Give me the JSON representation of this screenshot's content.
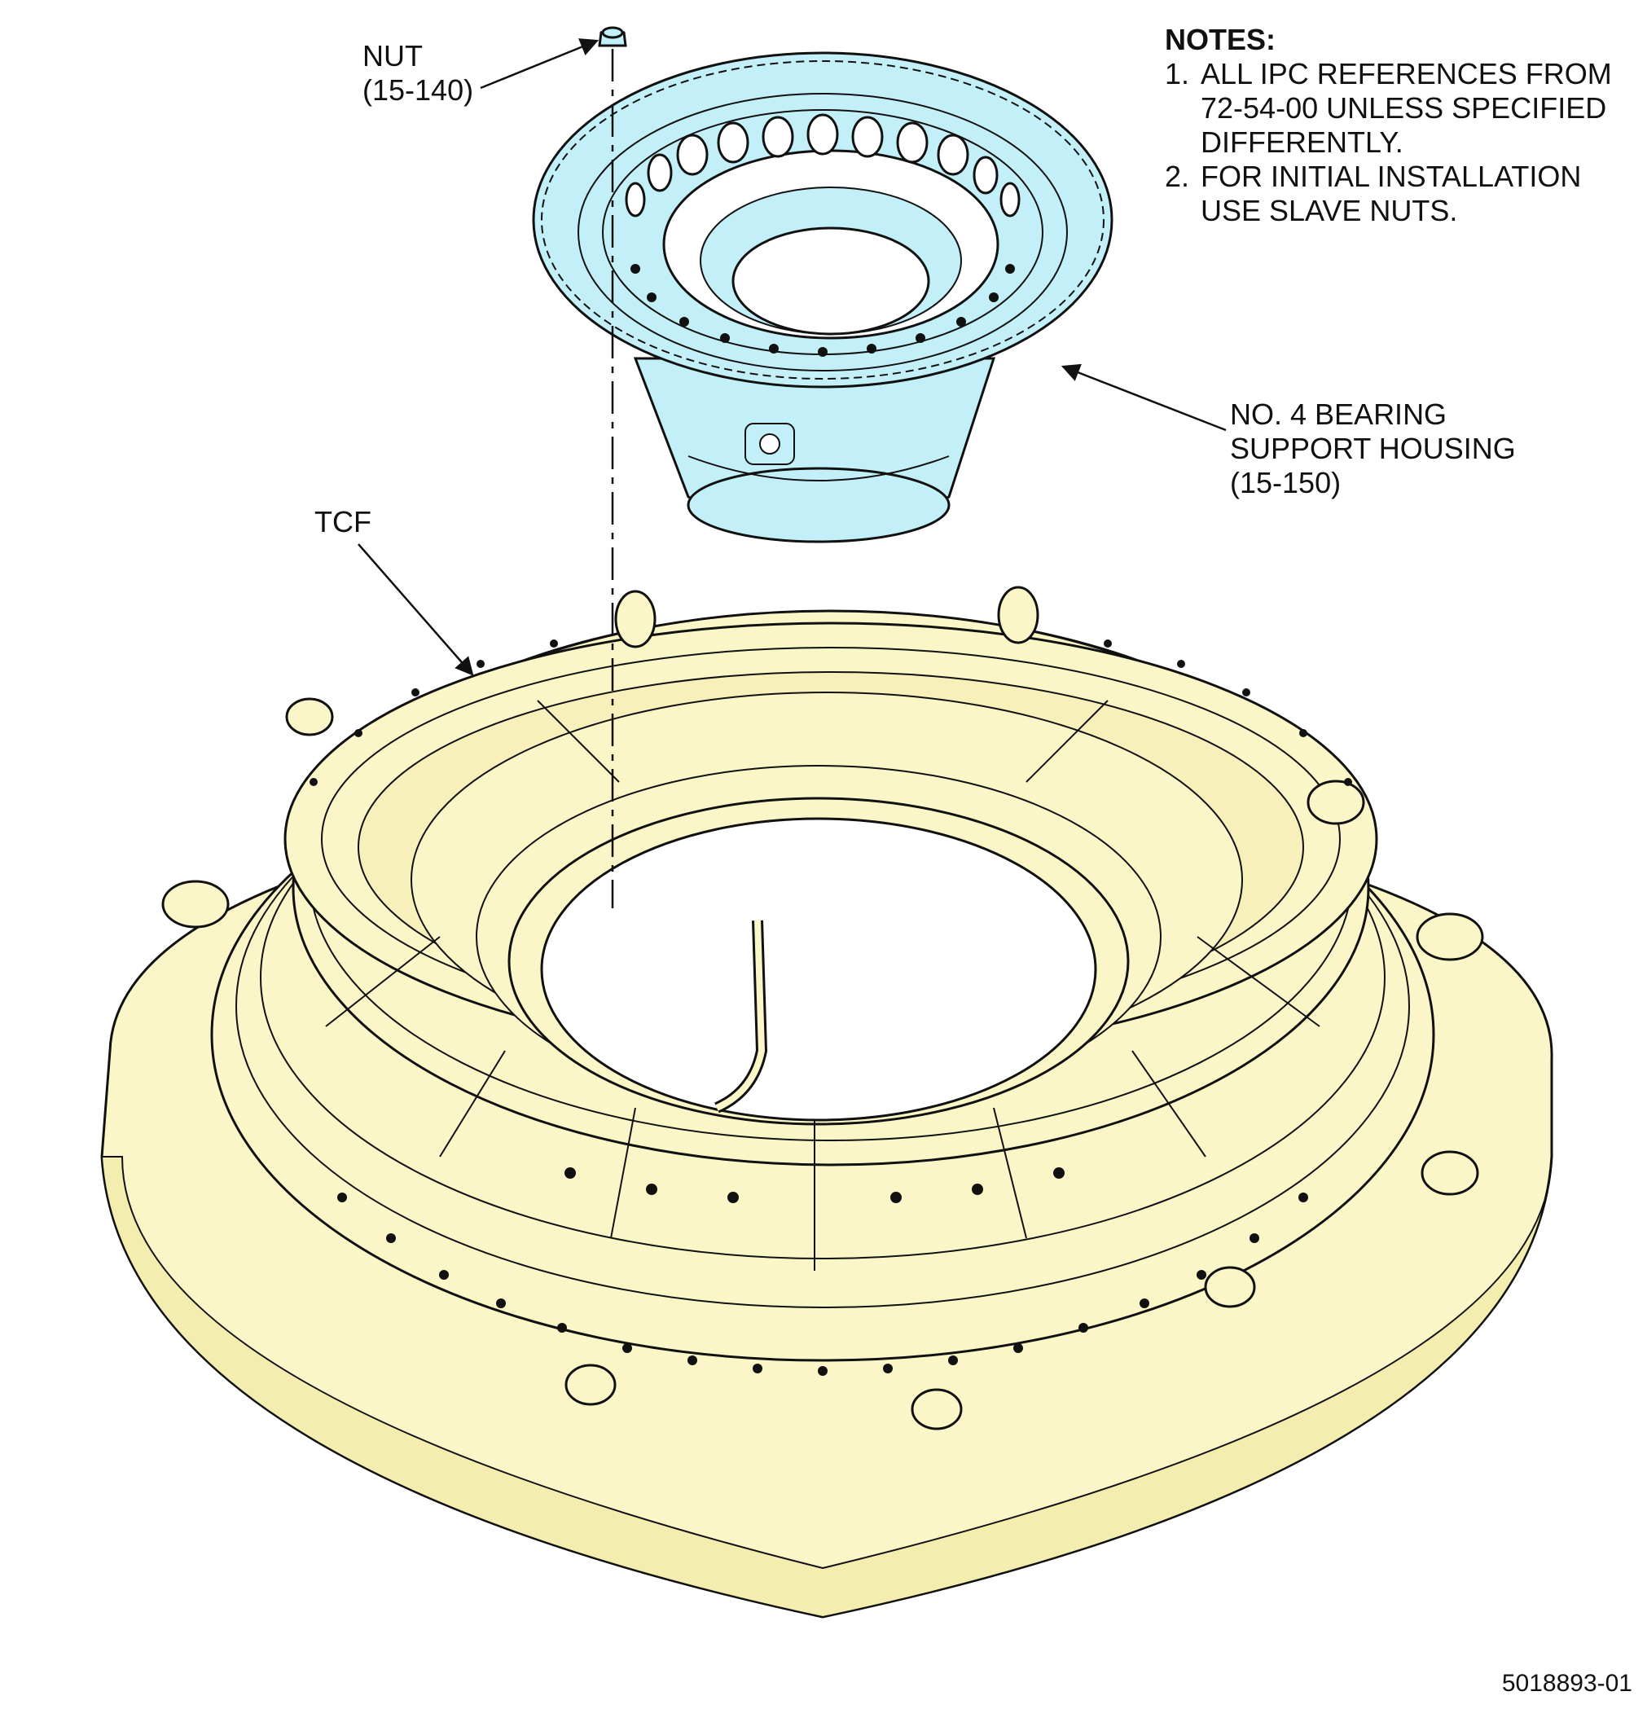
{
  "notes": {
    "title": "NOTES:",
    "items": [
      {
        "num": "1.",
        "text": "ALL IPC REFERENCES FROM\n72-54-00 UNLESS SPECIFIED\nDIFFERENTLY."
      },
      {
        "num": "2.",
        "text": "FOR INITIAL INSTALLATION\nUSE SLAVE NUTS."
      }
    ]
  },
  "callouts": {
    "nut": "NUT\n(15-140)",
    "housing": "NO. 4 BEARING\nSUPPORT HOUSING\n(15-150)",
    "tcf": "TCF"
  },
  "figure_number": "5018893-01",
  "colors": {
    "housing_fill": "#c3f0f8",
    "tcf_fill": "#fbf6c8",
    "line": "#111111"
  }
}
